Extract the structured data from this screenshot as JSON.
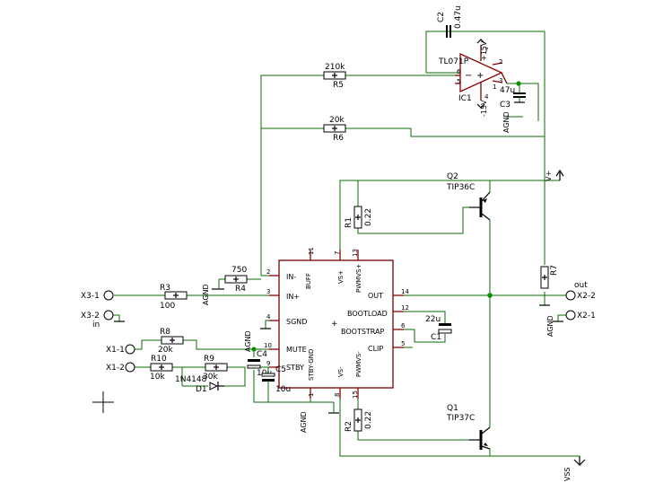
{
  "ic_chip": {
    "pins": {
      "buff": "BUFF",
      "in_minus": "IN-",
      "in_plus": "IN+",
      "sgnd": "SGND",
      "mute": "MUTE",
      "stby": "STBY",
      "stby_gnd": "STBY-GND",
      "vs_plus": "VS+",
      "pwm_vs_plus": "PWMVS+",
      "vs_minus": "VS-",
      "pwm_vs_minus": "PWMVS-",
      "out": "OUT",
      "bootload": "BOOTLOAD",
      "bootstrap": "BOOTSTRAP",
      "clip": "CLIP"
    },
    "pin_numbers": {
      "p2": "2",
      "p3": "3",
      "p4": "4",
      "p10": "10",
      "p9": "9",
      "p11": "11",
      "p7": "7",
      "p13": "13",
      "p14": "14",
      "p12": "12",
      "p6": "6",
      "p5": "5",
      "p1": "1",
      "p8": "8",
      "p15": "15"
    }
  },
  "opamp": {
    "ref": "IC1",
    "value": "TL071P",
    "pin6": "6",
    "pin2": "2",
    "pin3": "3",
    "pin7": "7",
    "pin4": "4",
    "pin5": "5",
    "pin1": "1",
    "rail_pos": "+15V",
    "rail_neg": "-15V"
  },
  "components": {
    "c2": {
      "ref": "C2",
      "value": "0.47u"
    },
    "r5": {
      "ref": "R5",
      "value": "210k"
    },
    "r6": {
      "ref": "R6",
      "value": "20k"
    },
    "c3": {
      "ref": "C3",
      "value": "47u"
    },
    "q2": {
      "ref": "Q2",
      "value": "TIP36C"
    },
    "r1": {
      "ref": "R1",
      "value": "0.22"
    },
    "r7": {
      "ref": "R7"
    },
    "r4": {
      "ref": "R4",
      "value": "750"
    },
    "r3": {
      "ref": "R3",
      "value": "100"
    },
    "r8": {
      "ref": "R8",
      "value": "20k"
    },
    "r10": {
      "ref": "R10",
      "value": "10k"
    },
    "r9": {
      "ref": "R9",
      "value": "30k"
    },
    "d1": {
      "ref": "D1",
      "value": "1N4148"
    },
    "c4": {
      "ref": "C4",
      "value": "10u"
    },
    "c5": {
      "ref": "C5",
      "value": "10u"
    },
    "c1": {
      "ref": "C1",
      "value": "22u"
    },
    "q1": {
      "ref": "Q1",
      "value": "TIP37C"
    },
    "r2": {
      "ref": "R2",
      "value": "0.22"
    }
  },
  "connectors": {
    "x3_1": "X3-1",
    "x3_2": "X3-2",
    "in_label": "in",
    "x1_1": "X1-1",
    "x1_2": "X1-2",
    "x2_2": "X2-2",
    "x2_1": "X2-1",
    "out_label": "out"
  },
  "nets": {
    "agnd": "AGND",
    "vplus": "V+",
    "vss": "VSS",
    "plus": "+"
  }
}
